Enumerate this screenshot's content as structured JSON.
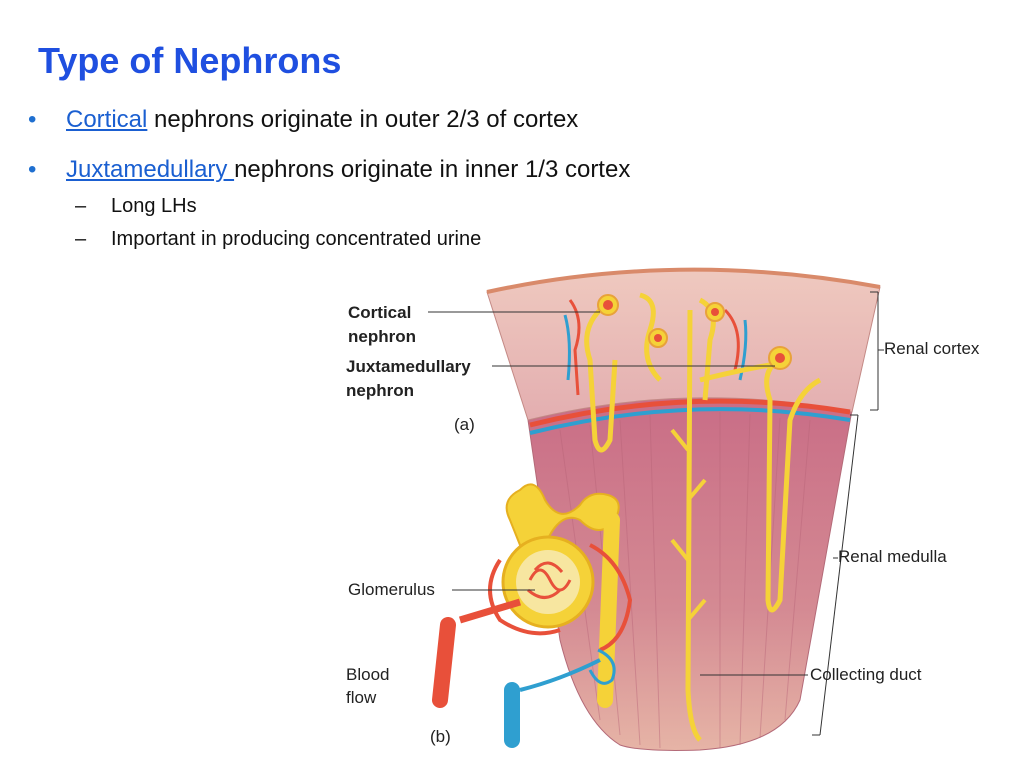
{
  "title": "Type of Nephrons",
  "bullets": [
    {
      "link": "Cortical",
      "text": " nephrons originate in outer 2/3 of cortex"
    },
    {
      "link": "Juxtamedullary ",
      "text": "nephrons originate in inner 1/3 cortex"
    }
  ],
  "sub_bullets": [
    "Long LHs",
    "Important in producing  concentrated urine"
  ],
  "figure": {
    "cortical_label_1": "Cortical",
    "cortical_label_2": "nephron",
    "juxta_label_1": "Juxtamedullary",
    "juxta_label_2": "nephron",
    "panel_a": "(a)",
    "panel_b": "(b)",
    "renal_cortex": "Renal cortex",
    "renal_medulla": "Renal medulla",
    "glomerulus": "Glomerulus",
    "blood_1": "Blood",
    "blood_2": "flow",
    "collecting_duct": "Collecting duct"
  },
  "colors": {
    "title": "#1f4fe0",
    "link": "#1a5fd1",
    "tubule": "#f5d238",
    "artery": "#e8503a",
    "vein": "#2f9fd0",
    "medulla": "#c8778a",
    "cortex": "#e8b9b3"
  }
}
